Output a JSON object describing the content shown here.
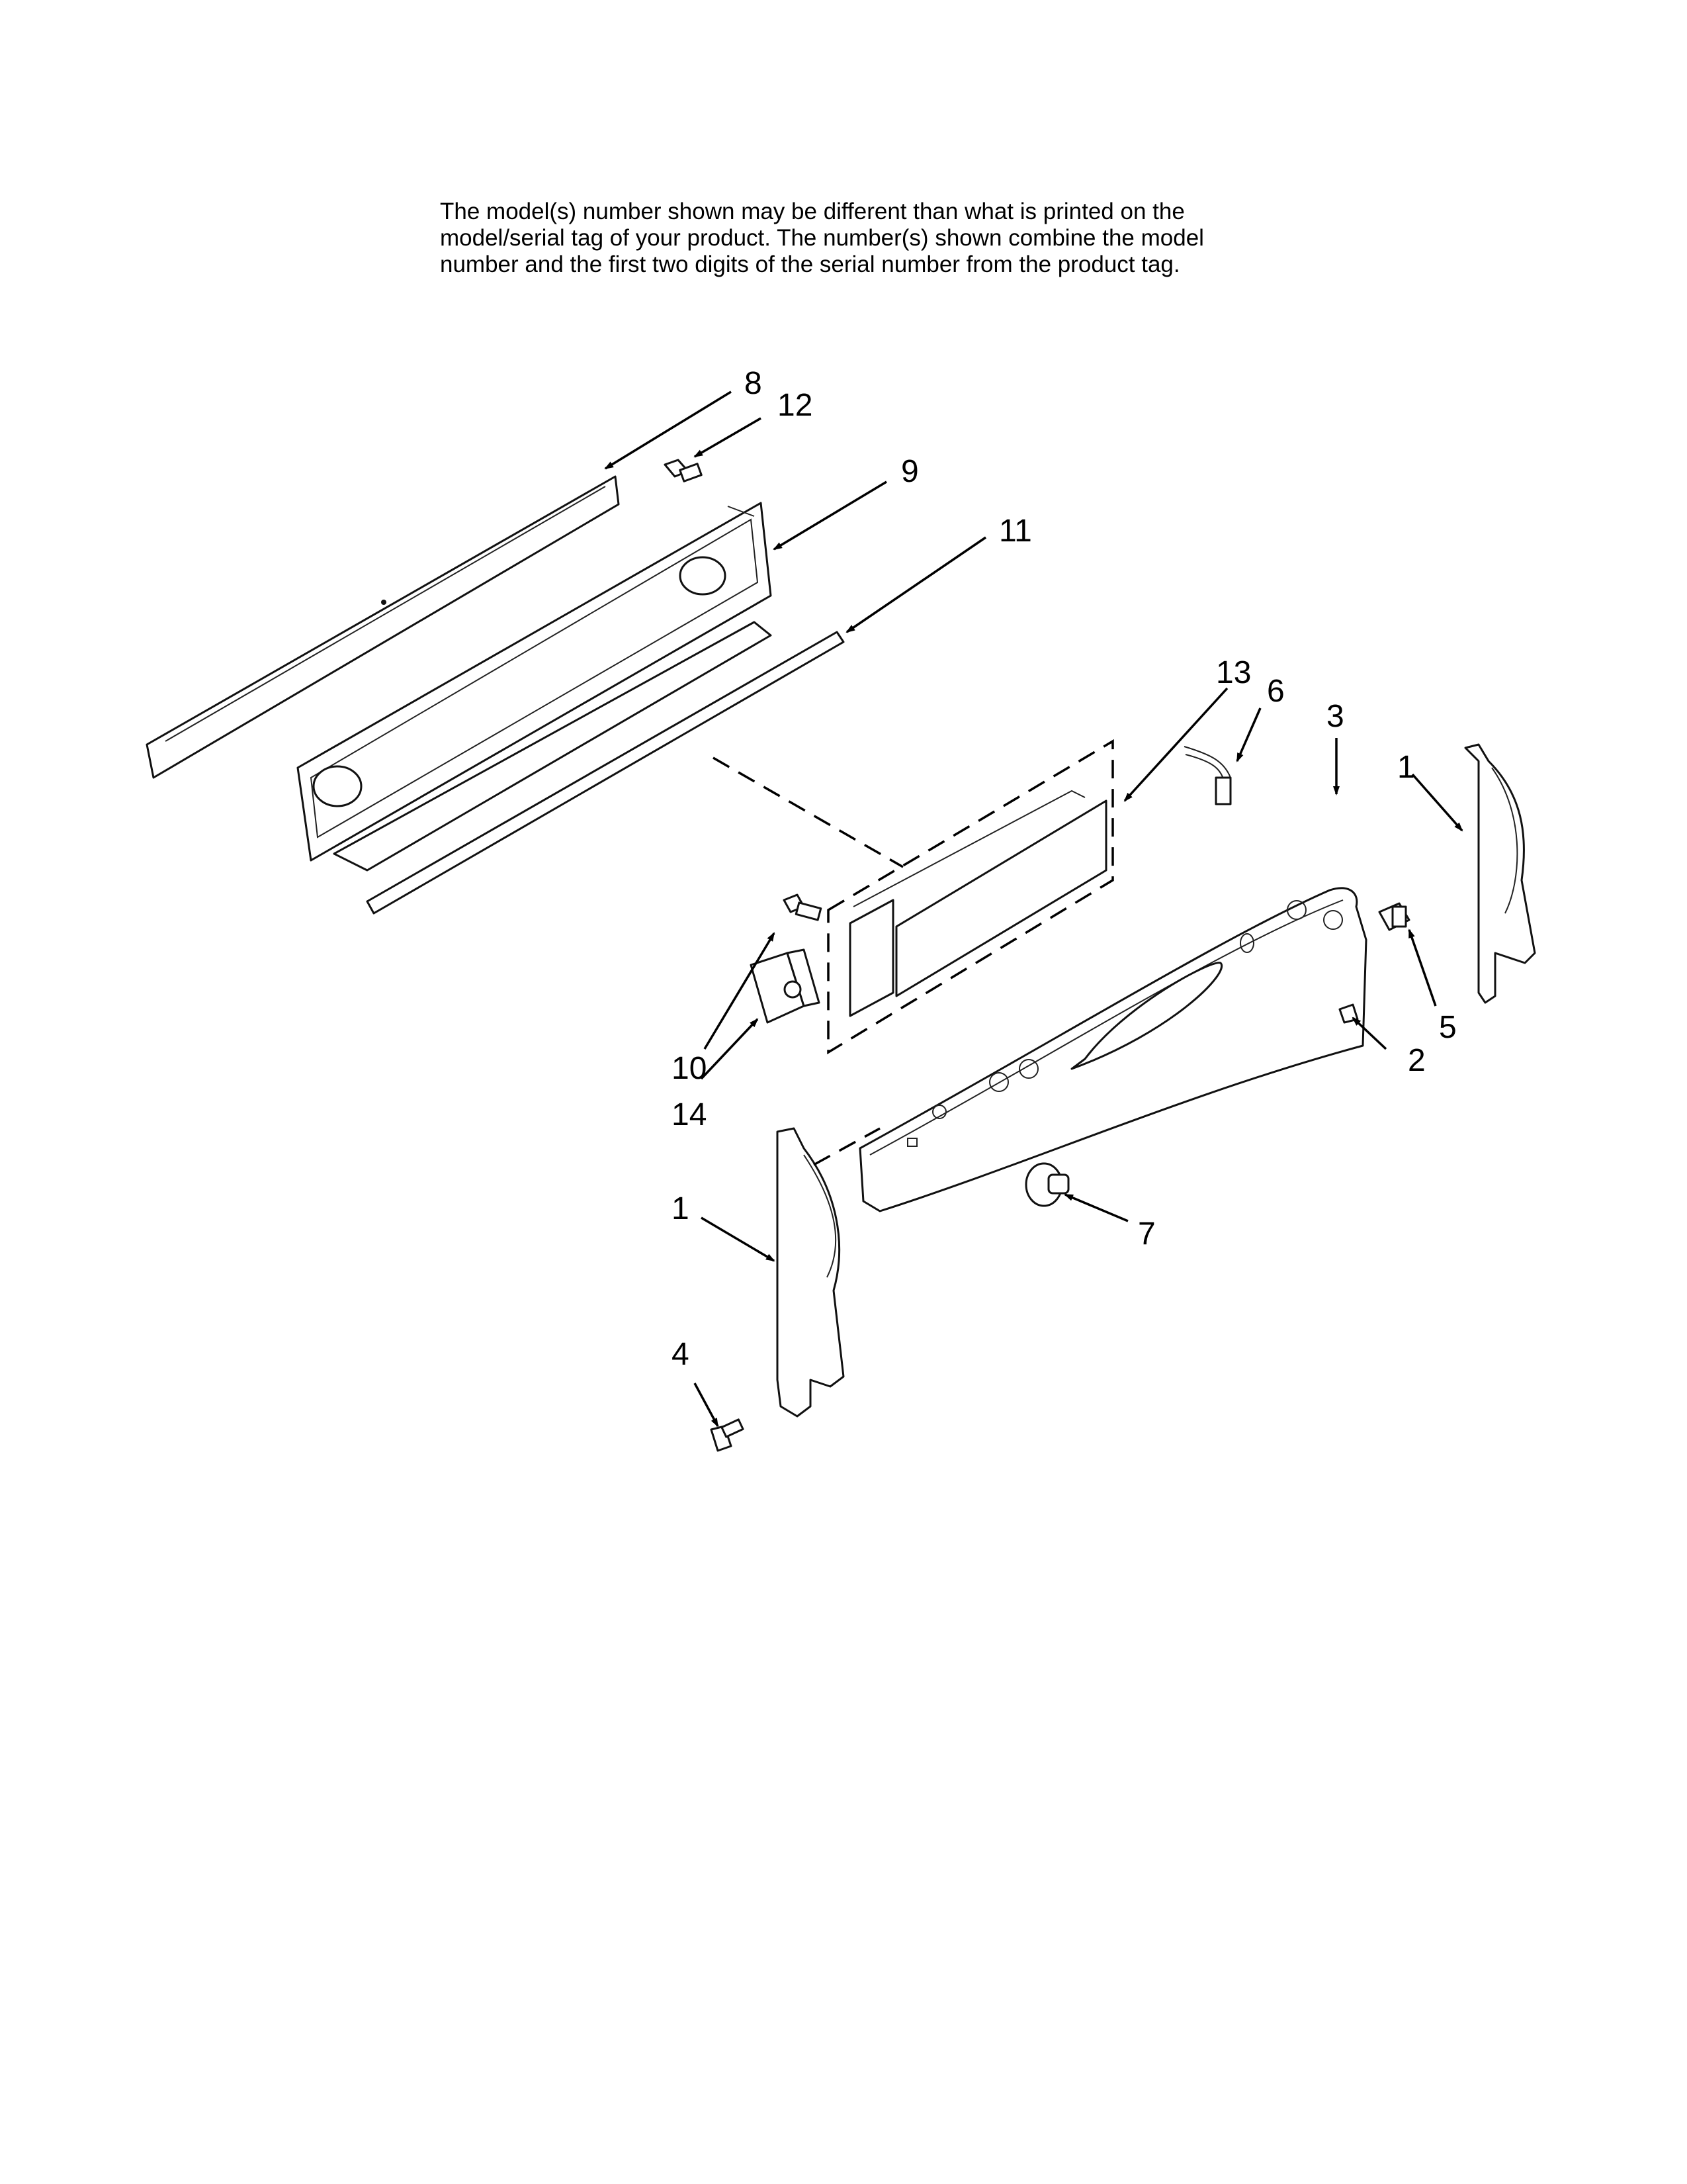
{
  "note": {
    "lines": [
      "The model(s) number shown may be different than what is printed on the",
      "model/serial tag of your product. The number(s) shown combine the model",
      "number and the first two digits of the serial number from the product tag."
    ]
  },
  "callouts": [
    "8",
    "12",
    "9",
    "11",
    "13",
    "6",
    "3",
    "1",
    "5",
    "2",
    "10",
    "14",
    "7",
    "1",
    "4"
  ],
  "colors": {
    "line": "#000000",
    "background": "#ffffff"
  }
}
